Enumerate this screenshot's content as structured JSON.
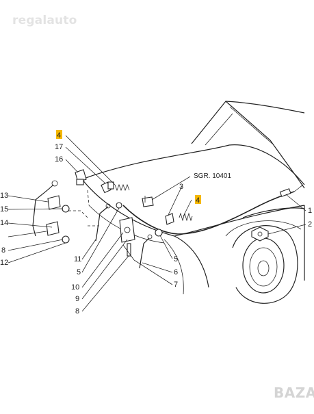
{
  "watermark_top": "regalauto",
  "watermark_bottom": "BAZAR",
  "ref_code": "SGR. 10401",
  "highlight_color": "#f5b800",
  "callouts": {
    "c4a": "4",
    "c17": "17",
    "c16": "16",
    "c13": "13",
    "c15": "15",
    "c14": "14",
    "c8a": "8",
    "c12": "12",
    "c11": "11",
    "c5a": "5",
    "c10": "10",
    "c9": "9",
    "c8b": "8",
    "c3": "3",
    "c4b": "4",
    "c5b": "5",
    "c6": "6",
    "c7": "7",
    "c1": "1",
    "c2": "2"
  }
}
